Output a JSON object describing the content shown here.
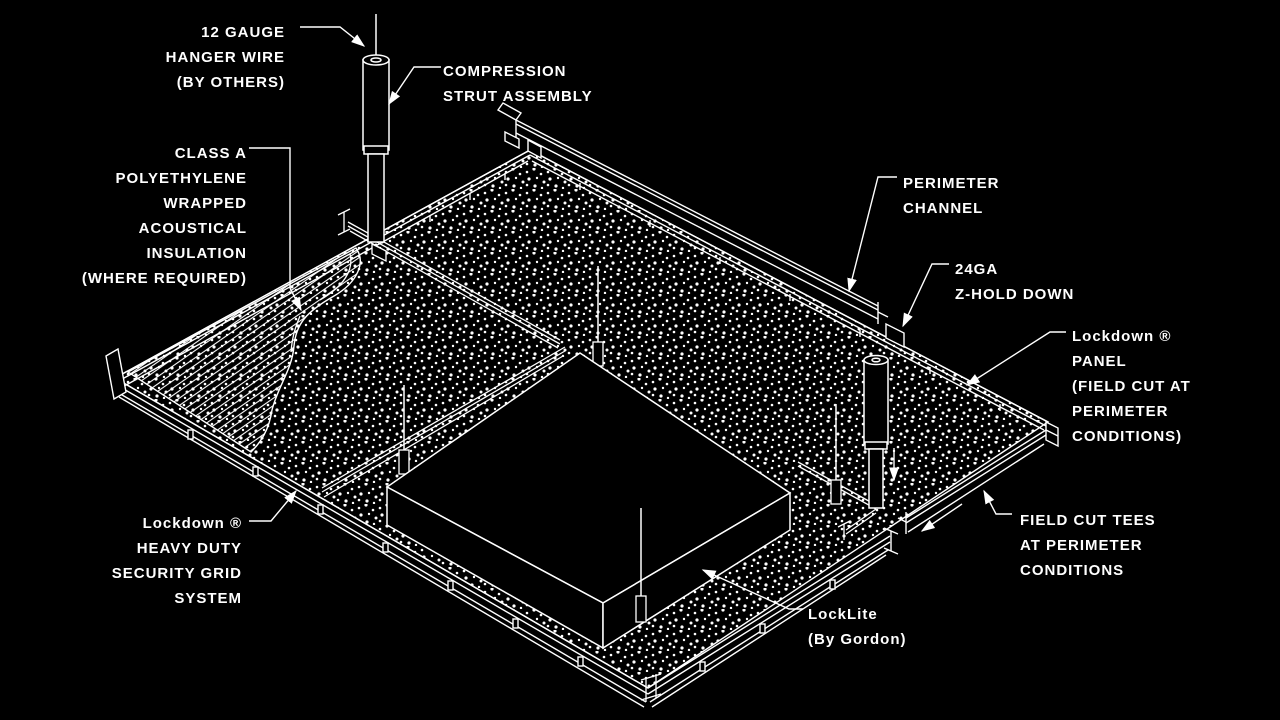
{
  "colors": {
    "background": "#000000",
    "line": "#ffffff"
  },
  "labels": {
    "hanger_wire": [
      "12 GAUGE",
      "HANGER WIRE",
      "(BY OTHERS)"
    ],
    "compression_strut": [
      "COMPRESSION",
      "STRUT ASSEMBLY"
    ],
    "insulation": [
      "CLASS A",
      "POLYETHYLENE",
      "WRAPPED",
      "ACOUSTICAL",
      "INSULATION",
      "(WHERE REQUIRED)"
    ],
    "perimeter_channel": [
      "PERIMETER",
      "CHANNEL"
    ],
    "z_hold_down": [
      "24GA",
      "Z-HOLD DOWN"
    ],
    "lockdown_panel": [
      "Lockdown ®",
      "PANEL",
      "(FIELD CUT AT",
      "PERIMETER",
      "CONDITIONS)"
    ],
    "field_cut_tees": [
      "FIELD CUT TEES",
      "AT PERIMETER",
      "CONDITIONS"
    ],
    "security_grid": [
      "Lockdown ®",
      "HEAVY DUTY",
      "SECURITY GRID",
      "SYSTEM"
    ],
    "locklite": [
      "LockLite",
      "(By Gordon)"
    ]
  }
}
